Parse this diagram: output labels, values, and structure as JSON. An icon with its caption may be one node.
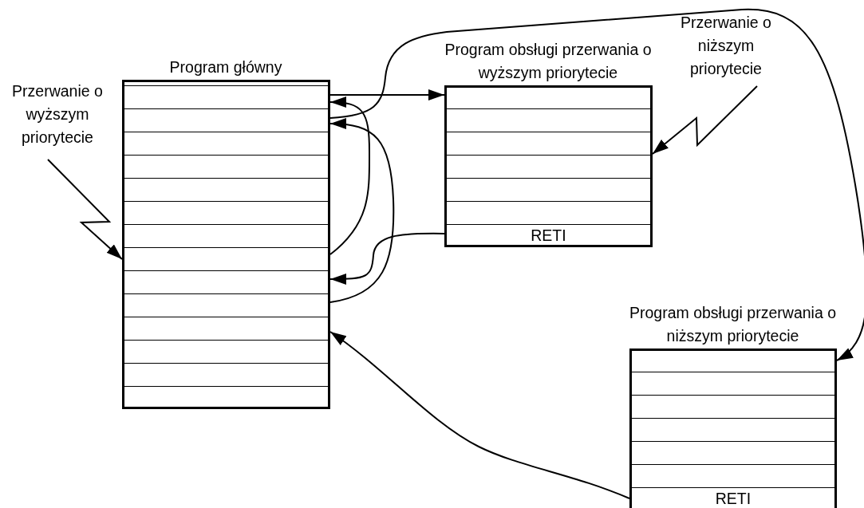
{
  "diagram": {
    "nodes": [
      {
        "text": [
          "Program główny"
        ]
      },
      {
        "text": [
          "Program obsługi przerwania o wyższym priorytecie",
          "RETI"
        ]
      },
      {
        "text": [
          "Program obsługi przerwania o niższym priorytecie",
          "RETI"
        ]
      },
      {
        "text": [
          "Przerwanie o wyższym priorytecie"
        ]
      },
      {
        "text": [
          "Przerwanie o niższym priorytecie"
        ]
      }
    ],
    "edges": [
      {
        "from": 0,
        "to": 1,
        "arrow": "to"
      },
      {
        "from": 0,
        "to": 0,
        "arrow": "to"
      },
      {
        "from": 0,
        "to": 0,
        "arrow": "to"
      },
      {
        "from": 1,
        "to": 0,
        "arrow": "to"
      },
      {
        "from": 0,
        "to": 2,
        "arrow": "to"
      },
      {
        "from": 2,
        "to": 0,
        "arrow": "to"
      },
      {
        "from": 3,
        "to": 0,
        "arrow": "to"
      },
      {
        "from": 4,
        "to": 1,
        "arrow": "to"
      }
    ]
  }
}
